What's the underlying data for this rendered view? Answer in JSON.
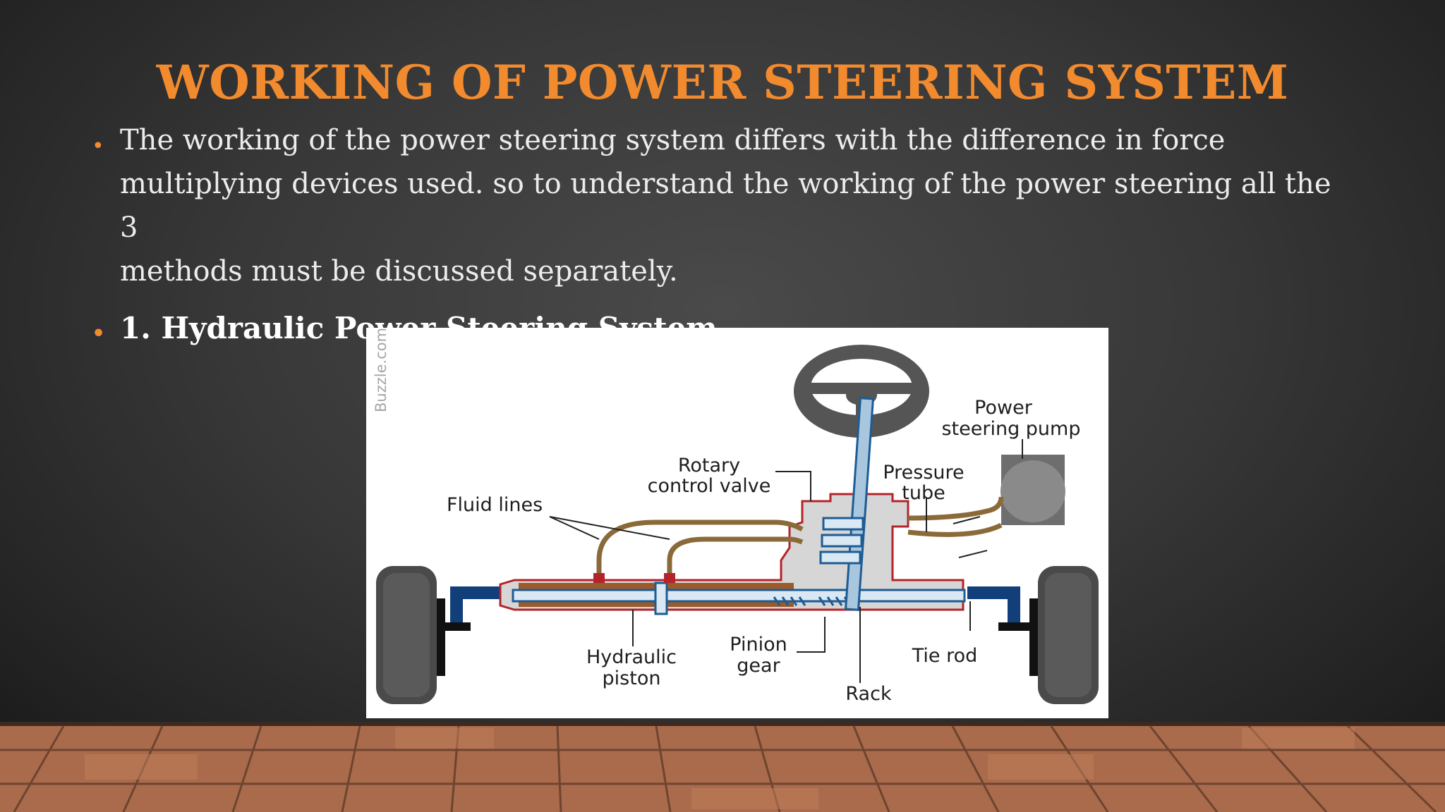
{
  "slide": {
    "title": "WORKING OF POWER STEERING SYSTEM",
    "bullets": [
      {
        "line1": "The working of the power steering system differs with the difference in force",
        "line2": "multiplying devices used. so to understand the working of the power steering all the 3",
        "line3": "methods must be discussed separately."
      },
      {
        "text": "1. Hydraulic Power Steering System"
      }
    ],
    "colors": {
      "title": "#f28a2e",
      "bullet": "#f28a2e",
      "text": "#ececec",
      "background": "#383838",
      "floor": "#a86a4a"
    }
  },
  "diagram": {
    "watermark": "Buzzle.com",
    "labels": {
      "power": "Power",
      "steering_pump": "steering pump",
      "rotary": "Rotary",
      "control_valve": "control valve",
      "pressure": "Pressure",
      "tube": "tube",
      "fluid_lines": "Fluid lines",
      "hydraulic": "Hydraulic",
      "piston": "piston",
      "pinion": "Pinion",
      "gear": "gear",
      "tie_rod": "Tie rod",
      "rack": "Rack"
    }
  }
}
